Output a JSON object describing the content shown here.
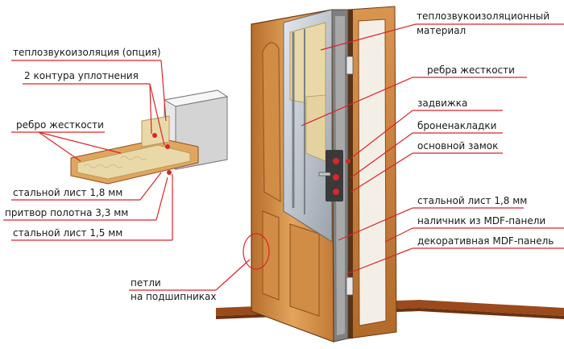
{
  "colors": {
    "accent_line": "#d9252b",
    "wood_light": "#e0a15a",
    "wood_mid": "#c7803a",
    "wood_dark": "#8f4f1e",
    "insulation": "#e9d9a8",
    "steel": "#b9c0c8",
    "panel_edge": "#6b3a16"
  },
  "labels": {
    "thermal_material_1": "теплозвукоизоляционный",
    "thermal_material_2": "материал",
    "stiffener_right": "ребра жесткости",
    "bolt": "задвижка",
    "armor_plates": "броненакладки",
    "main_lock": "основной замок",
    "steel_sheet_right": "стальной лист 1,8 мм",
    "casing": "наличник из MDF-панели",
    "decor_panel": "декоративная MDF-панель",
    "thermal_option": "теплозвукоизоляция (опция)",
    "seal_contours": "2 контура уплотнения",
    "stiffener_left": "ребро жесткости",
    "steel_sheet_left": "стальной лист 1,8 мм",
    "leaf_rebate": "притвор полотна 3,3  мм",
    "steel_sheet_15": "стальной лист 1,5 мм",
    "hinges_1": "петли",
    "hinges_2": "на подшипниках"
  }
}
